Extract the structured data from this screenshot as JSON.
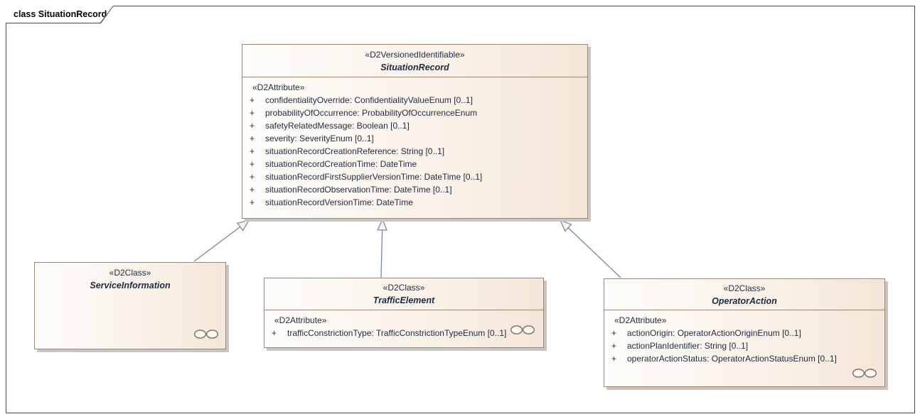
{
  "frame": {
    "label": "class SituationRecord"
  },
  "colors": {
    "connector": "#7485ae",
    "arrowhead_fill": "#faf3ea",
    "box_border": "#9c8777",
    "box_fill_left": "#fefdfb",
    "box_fill_right": "#f4e6d8",
    "text": "#1f2a40"
  },
  "classes": {
    "situation_record": {
      "stereotype": "«D2VersionedIdentifiable»",
      "name": "SituationRecord",
      "attr_stereotype": "«D2Attribute»",
      "attributes": [
        {
          "vis": "+",
          "text": "confidentialityOverride: ConfidentialityValueEnum [0..1]"
        },
        {
          "vis": "+",
          "text": "probabilityOfOccurrence: ProbabilityOfOccurrenceEnum"
        },
        {
          "vis": "+",
          "text": "safetyRelatedMessage: Boolean [0..1]"
        },
        {
          "vis": "+",
          "text": "severity: SeverityEnum [0..1]"
        },
        {
          "vis": "+",
          "text": "situationRecordCreationReference: String [0..1]"
        },
        {
          "vis": "+",
          "text": "situationRecordCreationTime: DateTime"
        },
        {
          "vis": "+",
          "text": "situationRecordFirstSupplierVersionTime: DateTime [0..1]"
        },
        {
          "vis": "+",
          "text": "situationRecordObservationTime: DateTime [0..1]"
        },
        {
          "vis": "+",
          "text": "situationRecordVersionTime: DateTime"
        }
      ]
    },
    "service_information": {
      "stereotype": "«D2Class»",
      "name": "ServiceInformation"
    },
    "traffic_element": {
      "stereotype": "«D2Class»",
      "name": "TrafficElement",
      "attr_stereotype": "«D2Attribute»",
      "attributes": [
        {
          "vis": "+",
          "text": "trafficConstrictionType: TrafficConstrictionTypeEnum [0..1]"
        }
      ]
    },
    "operator_action": {
      "stereotype": "«D2Class»",
      "name": "OperatorAction",
      "attr_stereotype": "«D2Attribute»",
      "attributes": [
        {
          "vis": "+",
          "text": "actionOrigin: OperatorActionOriginEnum [0..1]"
        },
        {
          "vis": "+",
          "text": "actionPlanIdentifier: String [0..1]"
        },
        {
          "vis": "+",
          "text": "operatorActionStatus: OperatorActionStatusEnum [0..1]"
        }
      ]
    }
  }
}
